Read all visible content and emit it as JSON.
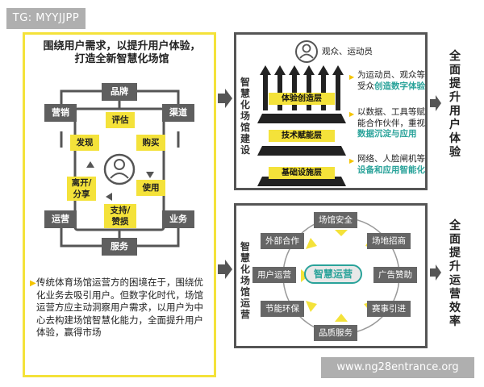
{
  "watermarks": {
    "top_left": "TG: MYYJJPP",
    "bottom_right": "www.ng28entrance.org"
  },
  "left": {
    "title_line1": "围绕用户需求，以提升用户体验，",
    "title_line2": "打造全新智慧化场馆",
    "outer": {
      "brand": "品牌",
      "marketing": "营销",
      "channel": "渠道",
      "operation": "运营",
      "business": "业务",
      "service": "服务"
    },
    "inner": {
      "evaluate": "评估",
      "discover": "发现",
      "buy": "购买",
      "use": "使用",
      "leave_share_1": "离开/",
      "leave_share_2": "分享",
      "support_1": "支持/",
      "support_2": "赞损"
    },
    "bullet_text": "传统体育场馆运营方的困境在于，围绕优化业务去吸引用户。但数字化时代，场馆运营方应主动洞察用户需求，以用户为中心去构建场馆智慧化能力，全面提升用户体验，赢得市场"
  },
  "top_right": {
    "side_title": "智慧化场馆建设",
    "audience": "观众、运动员",
    "layers": [
      "体验创造层",
      "技术赋能层",
      "基础设施层"
    ],
    "notes": [
      {
        "plain": "为运动员、观众等受众",
        "teal": "创造数字体验"
      },
      {
        "plain": "以数据、工具等赋能合作伙伴，重视",
        "teal": "数据沉淀与应用"
      },
      {
        "plain": "网络、人脸闸机等",
        "teal": "设备和应用智能化"
      }
    ],
    "result": "全面提升用户体验"
  },
  "bottom_right": {
    "side_title": "智慧化场馆运营",
    "center": "智慧运营",
    "items": [
      "场馆安全",
      "场地招商",
      "广告赞助",
      "赛事引进",
      "品质服务",
      "节能环保",
      "用户运营",
      "外部合作"
    ],
    "result": "全面提升运营效率"
  },
  "colors": {
    "accent_yellow": "#f4e23a",
    "dark_gray": "#5f5f5f",
    "teal": "#2aa39a"
  }
}
